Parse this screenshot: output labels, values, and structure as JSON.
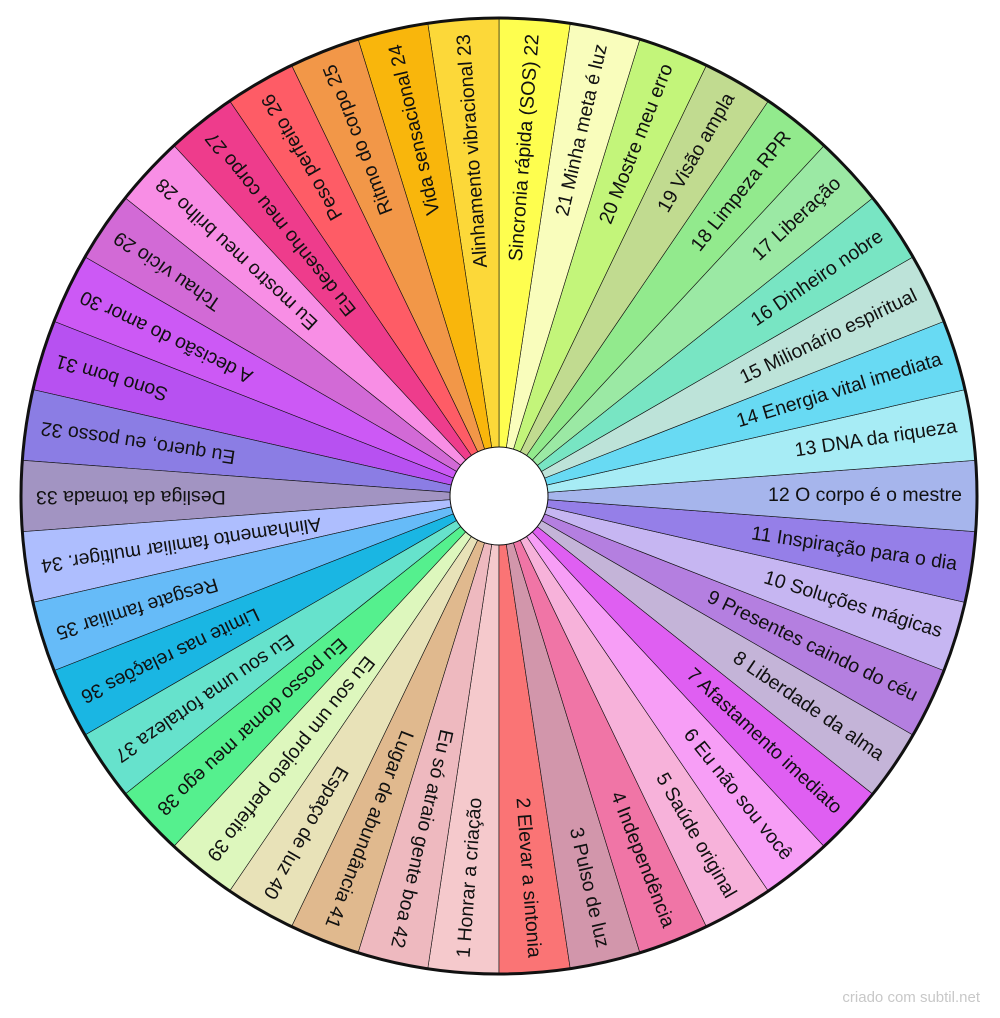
{
  "wheel": {
    "border_color": "#111111",
    "hub_color": "#ffffff",
    "segments": [
      {
        "label": "1 Honrar a criação",
        "color": "#f5c9cc"
      },
      {
        "label": "2 Elevar a sintonia",
        "color": "#fa7475"
      },
      {
        "label": "3 Pulso de luz",
        "color": "#d296ab"
      },
      {
        "label": "4 Independência",
        "color": "#f075a6"
      },
      {
        "label": "5 Saúde original",
        "color": "#f7b2da"
      },
      {
        "label": "6 Eu não sou você",
        "color": "#f79ef6"
      },
      {
        "label": "7 Afastamento imediato",
        "color": "#df5ff2"
      },
      {
        "label": "8 Liberdade da alma",
        "color": "#c4b4d8"
      },
      {
        "label": "9 Presentes caindo do céu",
        "color": "#b47fe0"
      },
      {
        "label": "10 Soluções mágicas",
        "color": "#c6b6f2"
      },
      {
        "label": "11 Inspiração para o dia",
        "color": "#957fe8"
      },
      {
        "label": "12 O corpo é o mestre",
        "color": "#a6b5ec"
      },
      {
        "label": "13 DNA da riqueza",
        "color": "#a7ecf5"
      },
      {
        "label": "14 Energia vital imediata",
        "color": "#68daf3"
      },
      {
        "label": "15 Milionário espiritual",
        "color": "#bde3d9"
      },
      {
        "label": "16 Dinheiro nobre",
        "color": "#78e5c3"
      },
      {
        "label": "17 Liberação",
        "color": "#9be9a4"
      },
      {
        "label": "18 Limpeza RPR",
        "color": "#92ea8d"
      },
      {
        "label": "19 Visão ampla",
        "color": "#c1db90"
      },
      {
        "label": "20 Mostre meu erro",
        "color": "#c3f57a"
      },
      {
        "label": "21 Minha meta é luz",
        "color": "#f9fdbc"
      },
      {
        "label": "Sincronia rápida (SOS) 22",
        "color": "#fefe4f"
      },
      {
        "label": "Alinhamento vibracional 23",
        "color": "#fcd839"
      },
      {
        "label": "Vida sensacional 24",
        "color": "#f9b60c"
      },
      {
        "label": "Ritmo do corpo 25",
        "color": "#f29748"
      },
      {
        "label": "Peso perfeito 26",
        "color": "#fe5c66"
      },
      {
        "label": "Eu desenho meu corpo 27",
        "color": "#ee3c8c"
      },
      {
        "label": "Eu mostro meu brilho 28",
        "color": "#f88ee5"
      },
      {
        "label": "Tchau vício 29",
        "color": "#d26ad6"
      },
      {
        "label": "A decisão do amor 30",
        "color": "#cc59f5"
      },
      {
        "label": "Sono bom 31",
        "color": "#b751f1"
      },
      {
        "label": "Eu quero, eu posso 32",
        "color": "#8b7de4"
      },
      {
        "label": "Desliga da tomada 33",
        "color": "#a294c2"
      },
      {
        "label": "Alinhamento familiar multiger. 34",
        "color": "#aebefe"
      },
      {
        "label": "Resgate familiar 35",
        "color": "#66bbf8"
      },
      {
        "label": "Limite nas relações 36",
        "color": "#1ab6e3"
      },
      {
        "label": "Eu sou uma fortaleza 37",
        "color": "#66e2cc"
      },
      {
        "label": "Eu posso domar meu ego 38",
        "color": "#55f08e"
      },
      {
        "label": "Eu sou um projeto perfeito 39",
        "color": "#ddf7bd"
      },
      {
        "label": "Espaço de luz 40",
        "color": "#e8e2b8"
      },
      {
        "label": "Lugar de abundância 41",
        "color": "#e0b98e"
      },
      {
        "label": "Eu só atraio gente boa 42",
        "color": "#eeb9bf"
      }
    ]
  },
  "footer": {
    "credit": "criado com subtil.net"
  }
}
